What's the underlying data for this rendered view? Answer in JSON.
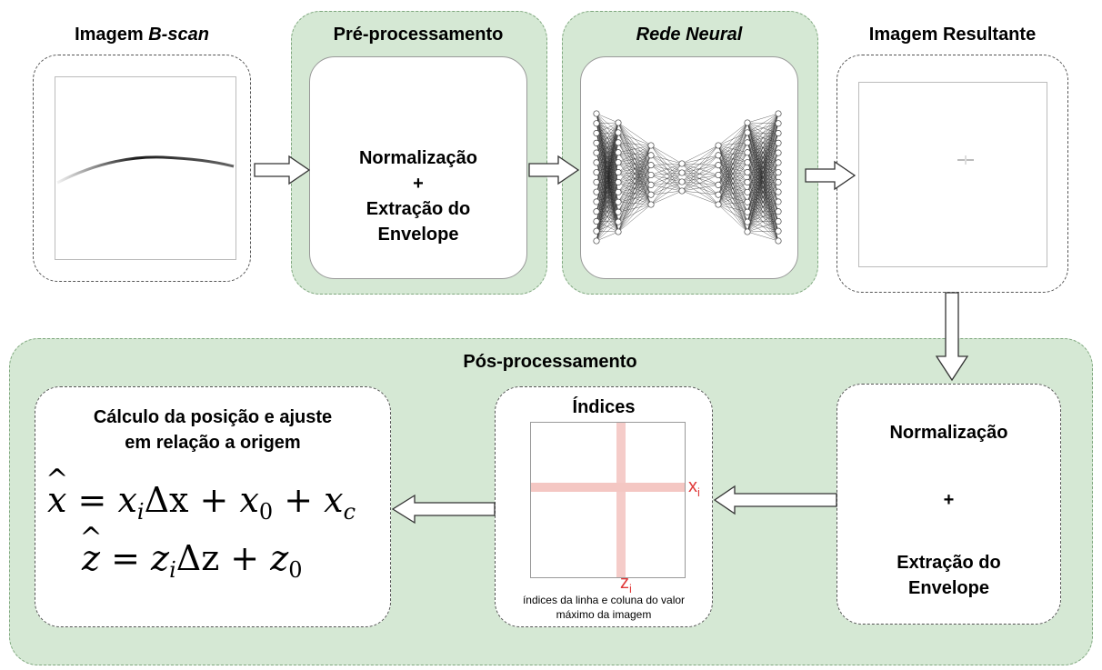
{
  "top": {
    "bscan_title_prefix": "Imagem ",
    "bscan_title_italic": "B-scan",
    "preproc_title": "Pré-processamento",
    "preproc_lines": [
      "Normalização",
      "+",
      "Extração do",
      "Envelope"
    ],
    "nn_title": "Rede Neural",
    "result_title": "Imagem Resultante"
  },
  "bottom": {
    "panel_title": "Pós-processamento",
    "norm_lines": [
      "Normalização",
      "+",
      "Extração do",
      "Envelope"
    ],
    "indices_title": "Índices",
    "indices_x_label": "x",
    "indices_x_sub": "i",
    "indices_z_label": "z",
    "indices_z_sub": "i",
    "indices_caption_1": "índices da linha e coluna do valor",
    "indices_caption_2": "máximo da imagem",
    "calc_title_1": "Cálculo da posição e ajuste",
    "calc_title_2": "em relação a origem",
    "eq1": {
      "lhs": "x",
      "t1": "x",
      "t1s": "i",
      "t2": "Δx",
      "t3": "x",
      "t3s": "0",
      "t4": "x",
      "t4s": "c"
    },
    "eq2": {
      "lhs": "z",
      "t1": "z",
      "t1s": "i",
      "t2": "Δz",
      "t3": "z",
      "t3s": "0"
    }
  },
  "colors": {
    "panel_fill": "#d5e8d4",
    "cross_fill": "#f4c7c3",
    "cross_label": "#e03a3a"
  }
}
